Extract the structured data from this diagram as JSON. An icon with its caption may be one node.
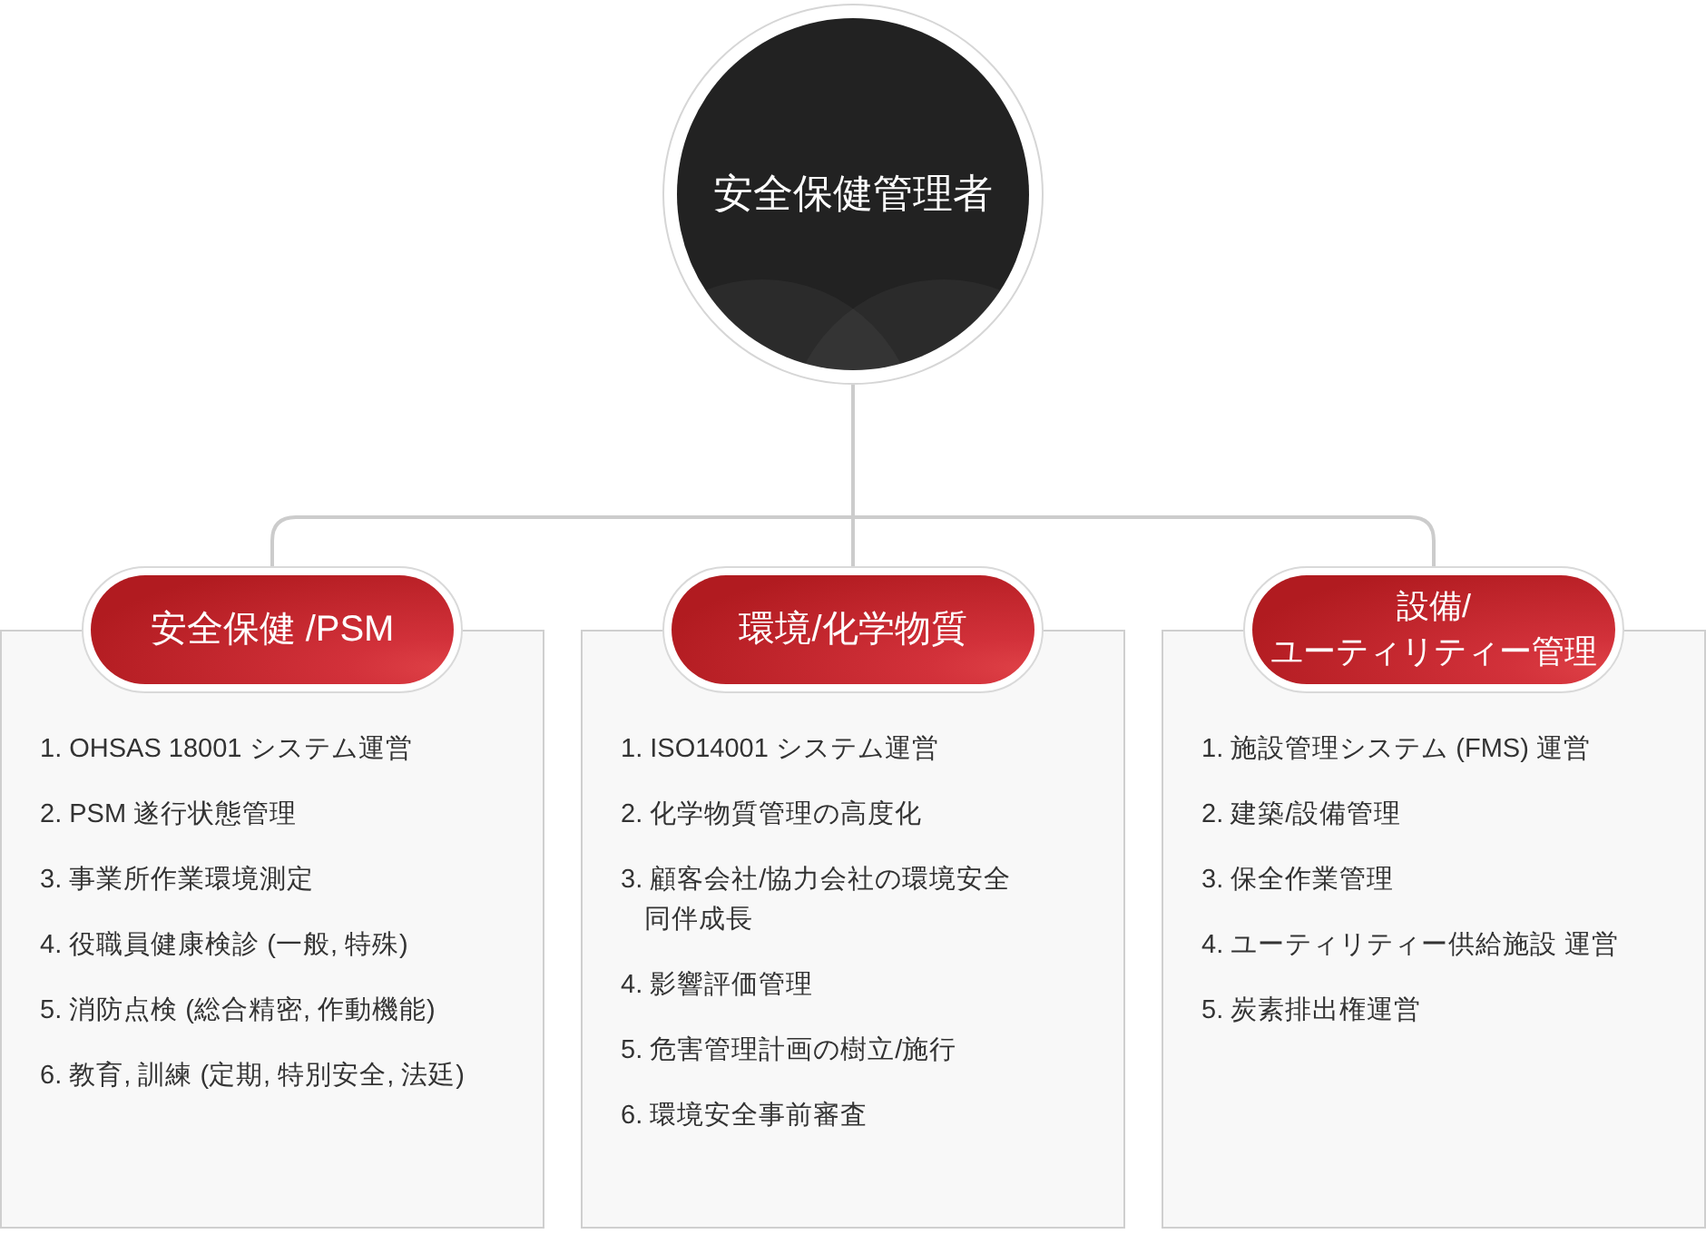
{
  "diagram": {
    "nodes": [
      {
        "text": [
          "安全保健管理者"
        ]
      },
      {
        "text": [
          "安全保健 /PSM"
        ]
      },
      {
        "text": [
          "1. OHSAS 18001 システム運営",
          "2. PSM 遂行状態管理",
          "3. 事業所作業環境測定",
          "4. 役職員健康検診 (一般, 特殊)",
          "5. 消防点検 (総合精密, 作動機能)",
          "6. 教育, 訓練 (定期, 特別安全, 法廷)"
        ]
      },
      {
        "text": [
          "環境/化学物質"
        ]
      },
      {
        "text": [
          "1. ISO14001 システム運営",
          "2. 化学物質管理の高度化",
          "3. 顧客会社/協力会社の環境安全同伴成長",
          "4. 影響評価管理",
          "5. 危害管理計画の樹立/施行",
          "6. 環境安全事前審査"
        ]
      },
      {
        "text": [
          "設備/ユーティリティー管理"
        ]
      },
      {
        "text": [
          "1. 施設管理システム (FMS) 運営",
          "2. 建築/設備管理",
          "3. 保全作業管理",
          "4. ユーティリティー供給施設 運営",
          "5. 炭素排出権運営"
        ]
      }
    ],
    "edges": [
      {
        "from": 0,
        "to": 1,
        "arrow": "none"
      },
      {
        "from": 0,
        "to": 3,
        "arrow": "none"
      },
      {
        "from": 0,
        "to": 5,
        "arrow": "none"
      }
    ]
  }
}
